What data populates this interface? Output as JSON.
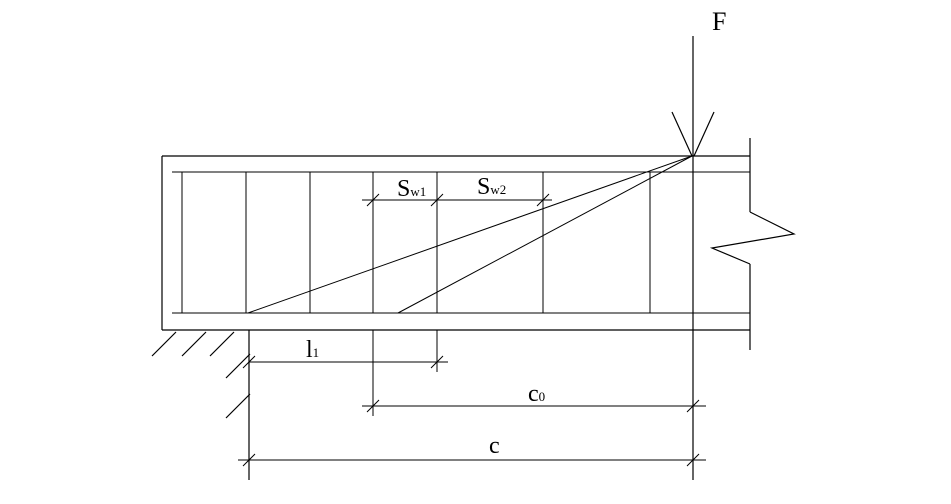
{
  "diagram": {
    "force": "F",
    "stirrup_spacing_1": {
      "main": "S",
      "sub": "w1"
    },
    "stirrup_spacing_2": {
      "main": "S",
      "sub": "w2"
    },
    "anchorage_length": {
      "main": "l",
      "sub": "1"
    },
    "dimension_c0": {
      "main": "c",
      "sub": "0"
    },
    "dimension_c": "c"
  }
}
